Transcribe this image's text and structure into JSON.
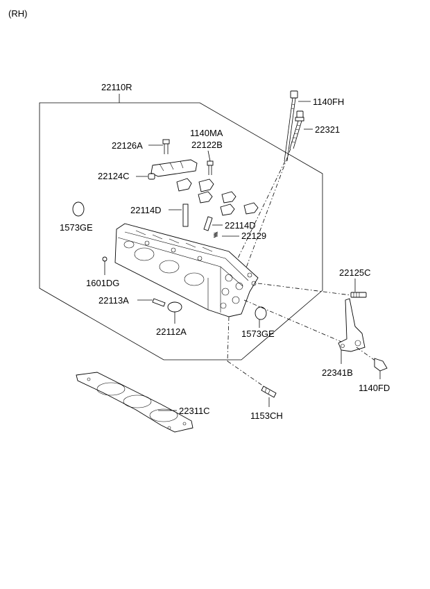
{
  "side_note": "(RH)",
  "labels": {
    "assembly": "22110R",
    "bolt_top": "1140FH",
    "bolt_long": "22321",
    "bolt_a": "1140MA",
    "rocker_b": "22122B",
    "rocker_a": "22126A",
    "pivot_c": "22124C",
    "plug_left": "1573GE",
    "guide_1": "22114D",
    "guide_2": "22114D",
    "spring": "22129",
    "dowel": "1601DG",
    "stud": "22125C",
    "seal_a": "22113A",
    "seal_b": "22112A",
    "plug_right": "1573GE",
    "bracket": "22341B",
    "bolt_fd": "1140FD",
    "gasket": "22311C",
    "stud_ch": "1153CH"
  }
}
